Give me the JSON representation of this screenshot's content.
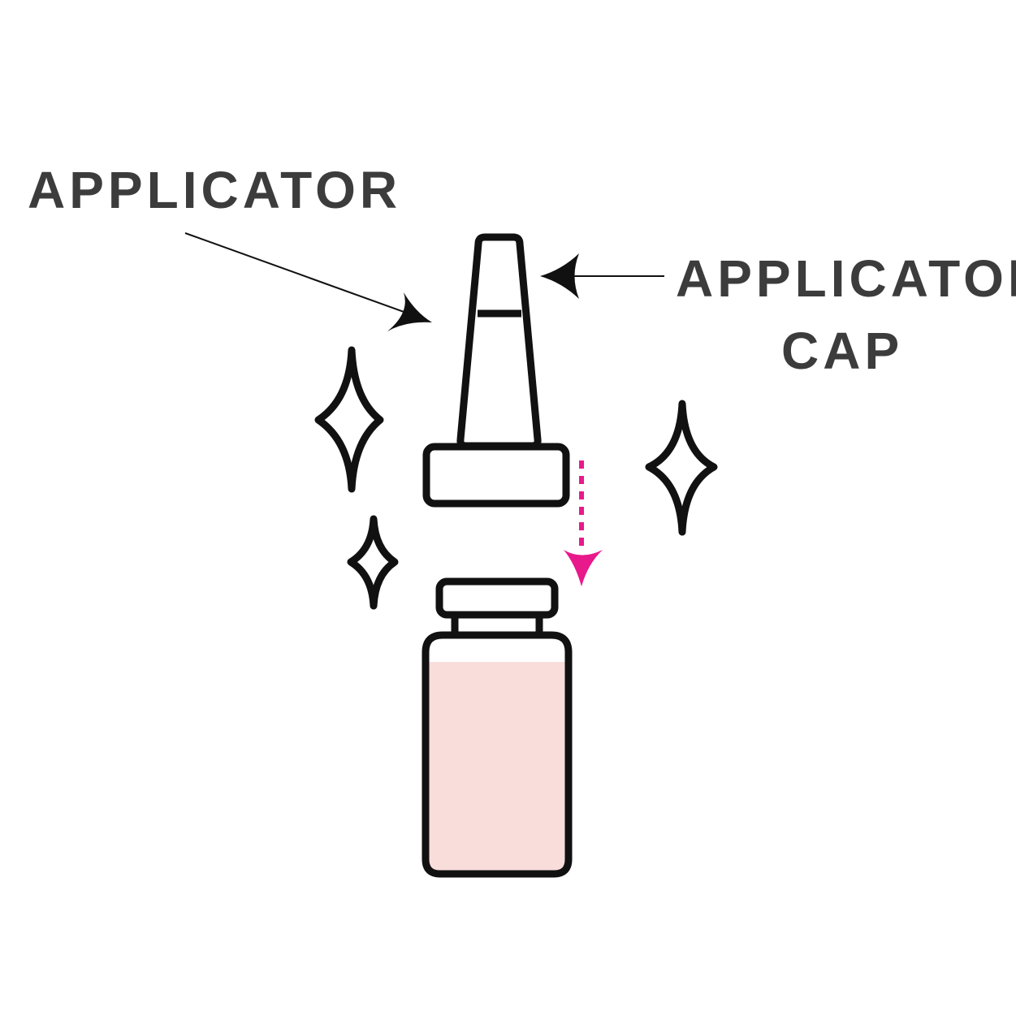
{
  "labels": {
    "applicator": "APPLICATOR",
    "applicator_cap_line1": "APPLICATOR",
    "applicator_cap_line2": "CAP"
  },
  "colors": {
    "text": "#3c3c3c",
    "outline": "#111111",
    "liquid": "#f9dddb",
    "direction_arrow": "#e8198b",
    "background": "#ffffff"
  },
  "icons": {
    "sparkles": [
      "sparkle-icon",
      "sparkle-icon",
      "sparkle-icon"
    ],
    "direction": "dashed-arrow-down-icon"
  }
}
